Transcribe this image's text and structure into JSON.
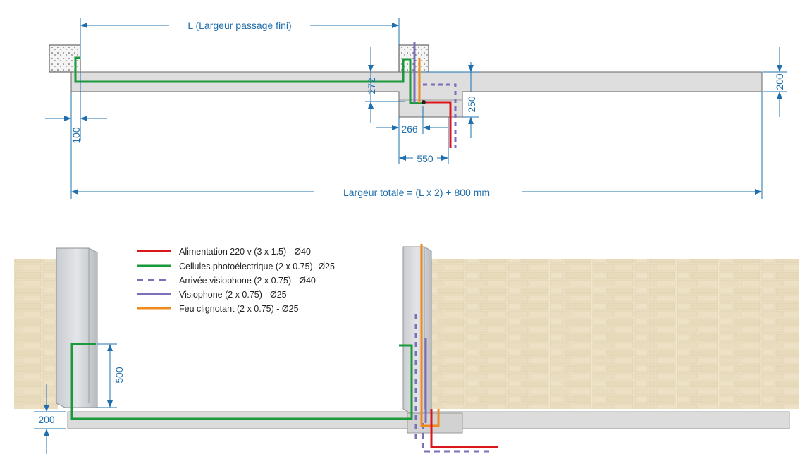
{
  "top_view": {
    "label_passage": "L (Largeur passage fini)",
    "label_total": "Largeur totale = (L x 2) + 800 mm",
    "dim_100": "100",
    "dim_272": "272",
    "dim_266": "266",
    "dim_550": "550",
    "dim_250": "250",
    "dim_200": "200"
  },
  "elevation": {
    "dim_500": "500",
    "dim_200": "200"
  },
  "legend": [
    {
      "label": "Alimentation 220 v (3 x 1.5) - Ø40",
      "color": "#d9161c",
      "style": "solid"
    },
    {
      "label": "Cellules photoélectrique (2 x 0.75)- Ø25",
      "color": "#1a9a3a",
      "style": "solid"
    },
    {
      "label": "Arrivée visiophone (2 x 0.75) - Ø40",
      "color": "#7b6fb8",
      "style": "dashed"
    },
    {
      "label": "Visiophone (2 x 0.75) - Ø25",
      "color": "#7b6fb8",
      "style": "solid"
    },
    {
      "label": "Feu clignotant (2 x 0.75) - Ø25",
      "color": "#f08a1c",
      "style": "solid"
    }
  ]
}
